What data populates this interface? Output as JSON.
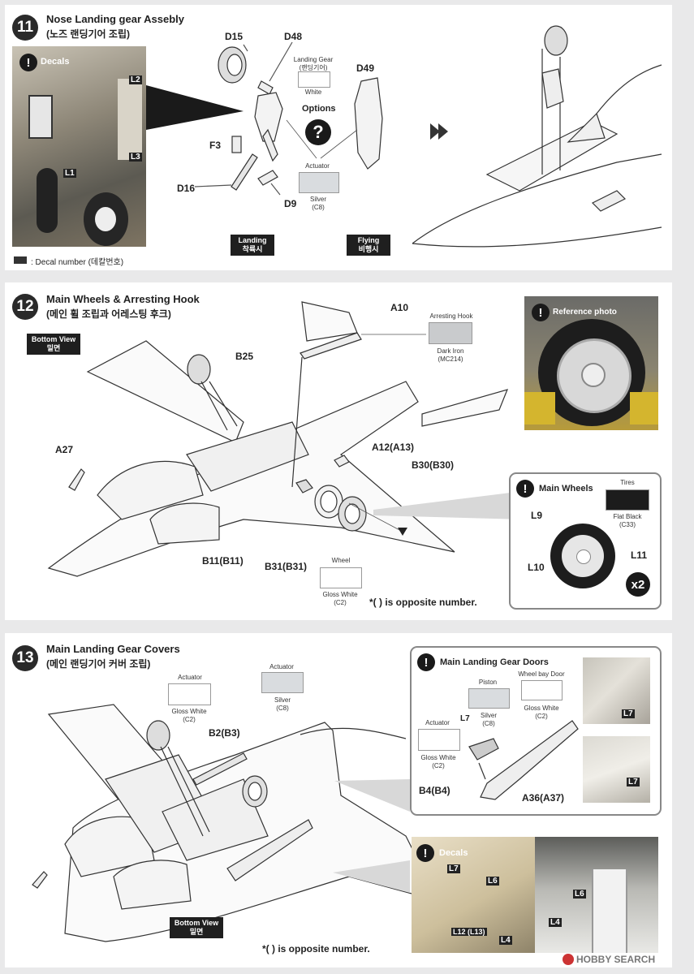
{
  "step11": {
    "number": "11",
    "title": "Nose Landing gear Assebly",
    "subtitle": "(노즈 랜딩기어 조립)",
    "decals_label": "Decals",
    "decal_note": ": Decal number (데칼번호)",
    "photo_labels": [
      "L2",
      "L3",
      "L1"
    ],
    "parts": [
      "D15",
      "D48",
      "F3",
      "D16",
      "D9",
      "D49"
    ],
    "landing_gear_label": "Landing Gear\n(랜딩기어)",
    "landing_gear_color": "White",
    "options_label": "Options",
    "actuator_label": "Actuator",
    "actuator_color": "Silver\n(C8)",
    "landing_tag": "Landing\n착륙시",
    "flying_tag": "Flying\n비행시"
  },
  "step12": {
    "number": "12",
    "title": "Main Wheels & Arresting Hook",
    "subtitle": "(메인 휠 조립과 어레스팅 후크)",
    "bottom_view": "Bottom View\n밑면",
    "parts": [
      "A10",
      "B25",
      "A27",
      "A12(A13)",
      "B30(B30)",
      "B11(B11)",
      "B31(B31)"
    ],
    "arresting_hook_label": "Arresting Hook",
    "arresting_hook_color": "Dark Iron\n(MC214)",
    "wheel_label": "Wheel",
    "wheel_color": "Gloss White\n(C2)",
    "reference_photo": "Reference photo",
    "main_wheels_title": "Main Wheels",
    "tires_label": "Tires",
    "tires_color": "Flat Black\n(C33)",
    "decals": [
      "L9",
      "L10",
      "L11"
    ],
    "multiplier": "x2",
    "opposite_note": "*(   ) is opposite number."
  },
  "step13": {
    "number": "13",
    "title": "Main Landing Gear Covers",
    "subtitle": "(메인 랜딩기어 커버 조립)",
    "actuator_label": "Actuator",
    "actuator_color": "Gloss White\n(C2)",
    "actuator2_label": "Actuator",
    "actuator2_color": "Silver\n(C8)",
    "part_b2": "B2(B3)",
    "doors_title": "Main Landing Gear Doors",
    "piston_label": "Piston",
    "piston_color": "Silver\n(C8)",
    "bay_door_label": "Wheel bay Door",
    "bay_door_color": "Gloss White\n(C2)",
    "door_actuator_label": "Actuator",
    "door_actuator_color": "Gloss White\n(C2)",
    "door_parts": [
      "L7",
      "B4(B4)",
      "A36(A37)"
    ],
    "photo_decal_labels": [
      "L7",
      "L7"
    ],
    "decals_label": "Decals",
    "decal_photo_labels": [
      "L7",
      "L6",
      "L12 (L13)",
      "L4",
      "L6",
      "L4"
    ],
    "bottom_view": "Bottom View\n밑면",
    "opposite_note": "*(   ) is opposite number."
  },
  "watermark": "HOBBY SEARCH",
  "colors": {
    "white_swatch": "#ffffff",
    "silver_swatch": "#d9dcdf",
    "dark_iron_swatch": "#c9cbcd",
    "flat_black_swatch": "#1c1c1c",
    "step_badge": "#2a2a2a"
  }
}
